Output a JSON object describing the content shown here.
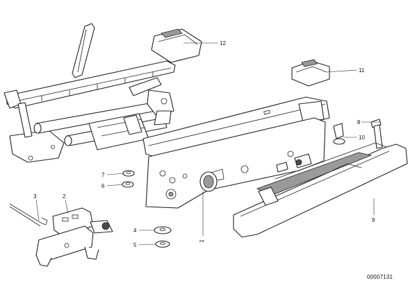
{
  "diagram": {
    "callouts": [
      {
        "id": "c1",
        "label": "1"
      },
      {
        "id": "c2",
        "label": "2"
      },
      {
        "id": "c3",
        "label": "3"
      },
      {
        "id": "c4",
        "label": "4"
      },
      {
        "id": "c5",
        "label": "5"
      },
      {
        "id": "c6",
        "label": "6"
      },
      {
        "id": "c7",
        "label": "7"
      },
      {
        "id": "c8",
        "label": "8"
      },
      {
        "id": "c9",
        "label": "9"
      },
      {
        "id": "c10",
        "label": "10"
      },
      {
        "id": "c11",
        "label": "11"
      },
      {
        "id": "c12",
        "label": "12"
      }
    ],
    "document_number": "00007131"
  }
}
